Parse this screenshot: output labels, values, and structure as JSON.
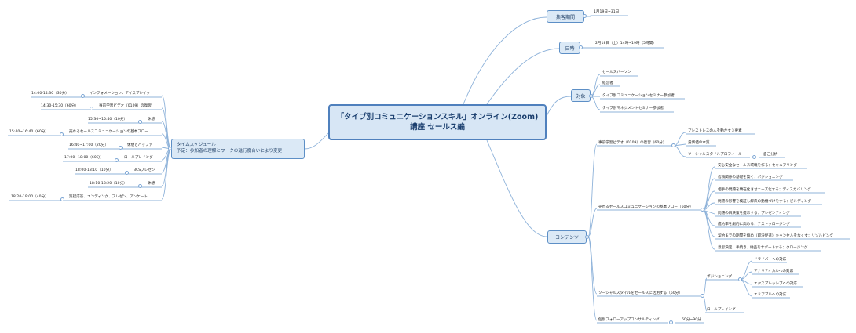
{
  "root": {
    "line1": "「タイプ別コミュニケーションスキル」オンライン(Zoom)",
    "line2": "講座 セールス編"
  },
  "branches": {
    "period": {
      "label": "集客期間",
      "value": "1月19日~31日"
    },
    "date": {
      "label": "日時",
      "value": "2月18日（土）14時~19時（5時間）"
    },
    "target": {
      "label": "対象",
      "items": [
        "セールスパーソン",
        "経営者",
        "タイプ別コミュニケーションセミナー参加者",
        "タイプ別マネジメントセミナー参加者"
      ]
    },
    "contents": {
      "label": "コンテンツ",
      "c1": {
        "label": "事前学習ビデオ（0109）の復習（60分）",
        "items": [
          "アシストレスの人を動かす３要素",
          "貴価値の本質",
          "ソーシャルスタイルプロフィール"
        ],
        "sub": "自己分析"
      },
      "c2": {
        "label": "売れるセールスコミュニケーションの基本フロー（60分）",
        "items": [
          "安心安全なセールス環境を作る：セキュアリング",
          "信頼関係の基礎を築く：ポジショニング",
          "相手の問題を顕在化させニーズ化する：ディスカバリング",
          "問題の影響を検証し解決の動機づけをする：ビルディング",
          "問題の解決策を提示する：プレゼンティング",
          "成約率を劇的に高める：テストクロージング",
          "契約までの期間を縮め（即決促進）キャンセルをなくす：リゾルビング",
          "意思決定、手続き、納品をサポートする：クロージング"
        ]
      },
      "c3": {
        "label": "ソーシャルスタイルをセールスに活用する（60分）",
        "pos": "ポジショニング",
        "pos_items": [
          "ドライバーへの対応",
          "アナリティカルへの対応",
          "エクスプレッシブへの対応",
          "エミアブルへの対応"
        ],
        "role": "ロールプレイング"
      },
      "c4": {
        "label": "個別フォローアップコンサルティング",
        "value": "60分~90分"
      }
    },
    "schedule": {
      "title": "タイムスケジュール",
      "note": "予定：参加者の理解とワークの進行度合いにより変更",
      "rows": [
        {
          "time": "14:00-14:30（30分）",
          "item": "インフォメーション、アイスブレイク"
        },
        {
          "time": "14:30-15:30（60分）",
          "item": "事前学習ビデオ（0109）の復習"
        },
        {
          "time": "15:30~15:40（10分）",
          "item": "休憩"
        },
        {
          "time": "15:40~16:40（60分）",
          "item": "売れるセールスコミュニケーションの基本フロー"
        },
        {
          "time": "16:40~17:00（20分）",
          "item": "休憩とバッファ"
        },
        {
          "time": "17:00~18:00（60分）",
          "item": "ロールプレイング"
        },
        {
          "time": "18:00-18:10（10分）",
          "item": "BCSプレゼン"
        },
        {
          "time": "18:10-18:20（10分）",
          "item": "休憩"
        },
        {
          "time": "18:20-19:00（40分）",
          "item": "質疑応答、エンディング、プレゼン、アンケート"
        }
      ]
    }
  }
}
